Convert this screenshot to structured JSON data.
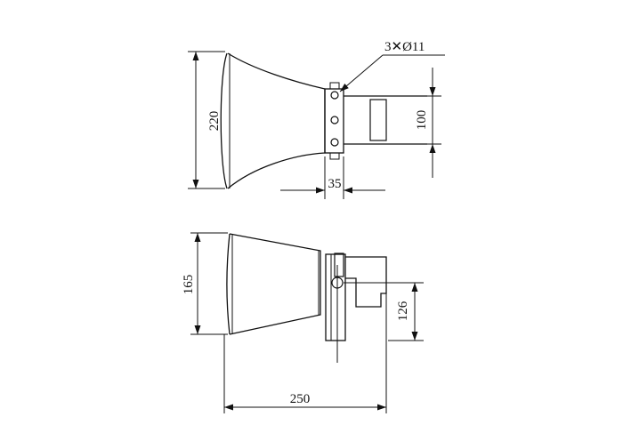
{
  "drawing": {
    "hole_callout": "3✕Ø11",
    "top_view": {
      "horn_mouth_height": "220",
      "bracket_width": "35",
      "box_height": "100"
    },
    "side_view": {
      "horn_mouth_height": "165",
      "bracket_offset": "126",
      "overall_length": "250"
    }
  }
}
